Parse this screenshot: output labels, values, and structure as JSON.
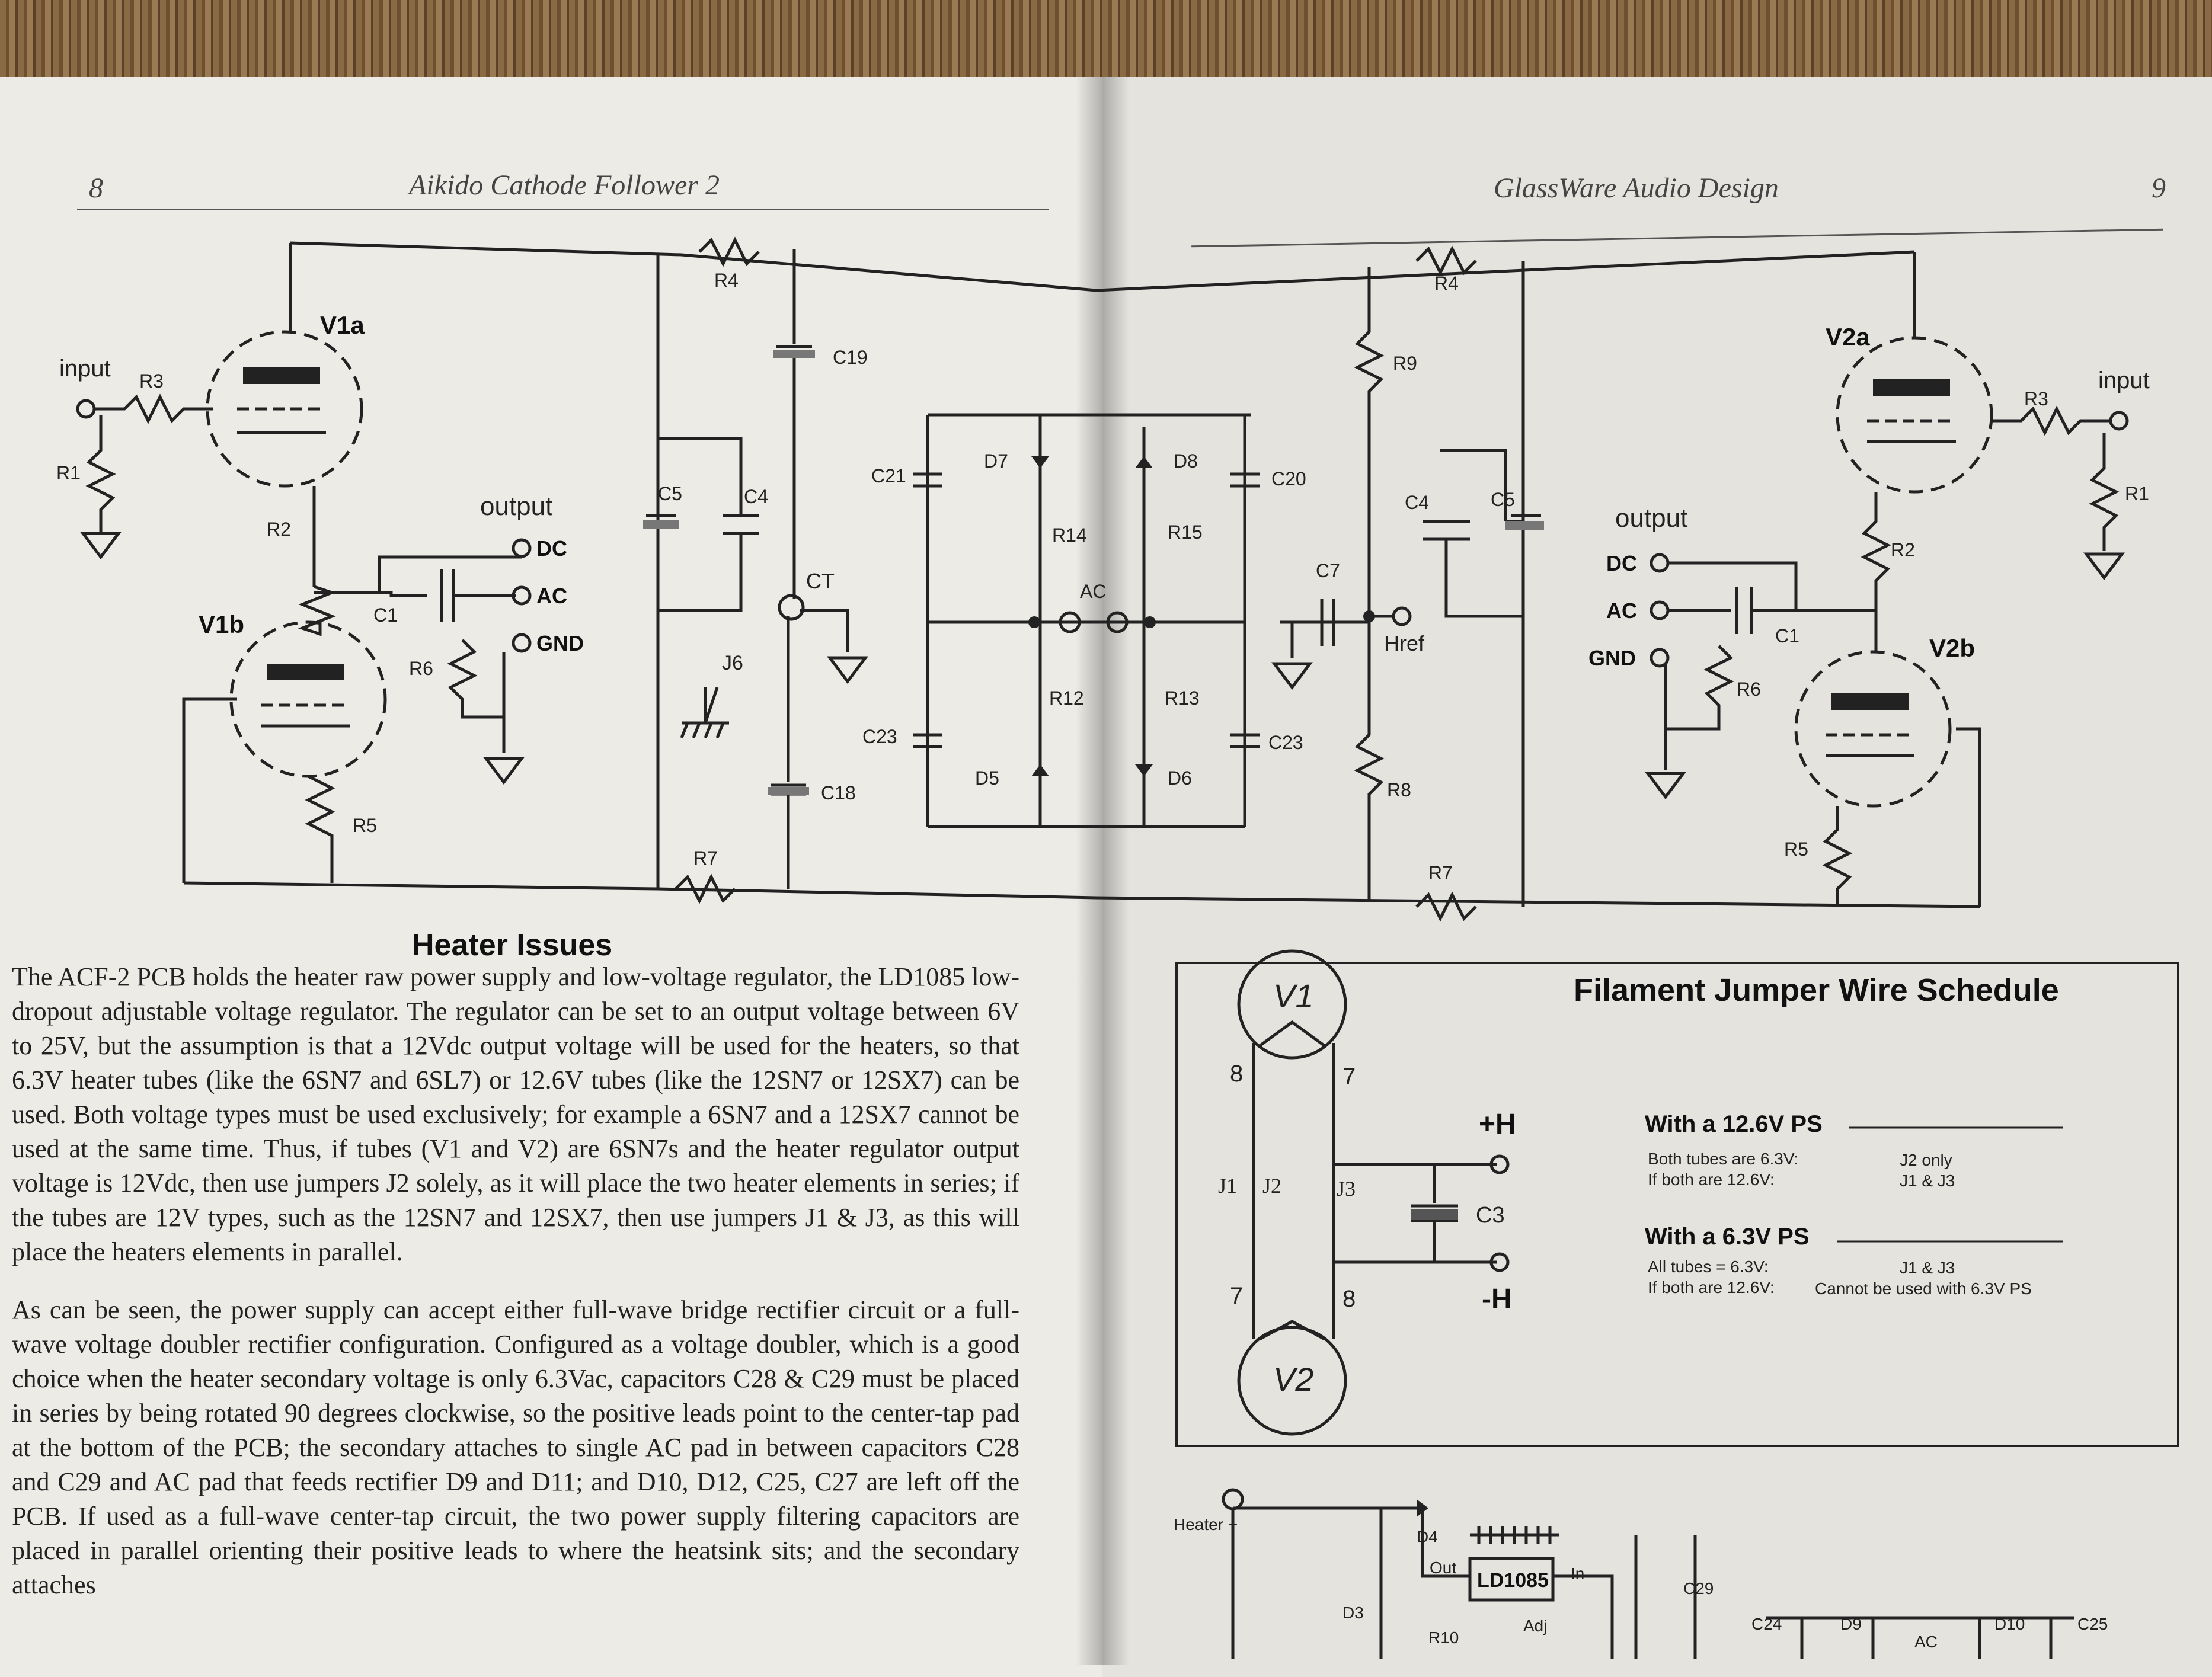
{
  "header": {
    "left_page_number": "8",
    "left_title": "Aikido Cathode Follower 2",
    "right_title": "GlassWare Audio Design",
    "right_page_number": "9"
  },
  "schematic_labels": {
    "v1a": "V1a",
    "v1b": "V1b",
    "v2a": "V2a",
    "v2b": "V2b",
    "input": "input",
    "output": "output",
    "dc": "DC",
    "ac": "AC",
    "gnd": "GND",
    "ct": "CT",
    "href": "Href",
    "j6": "J6",
    "r1": "R1",
    "r2": "R2",
    "r3": "R3",
    "r4": "R4",
    "r5": "R5",
    "r6": "R6",
    "r7": "R7",
    "r8": "R8",
    "r9": "R9",
    "r12": "R12",
    "r13": "R13",
    "r14": "R14",
    "r15": "R15",
    "c1": "C1",
    "c4": "C4",
    "c5": "C5",
    "c7": "C7",
    "c18": "C18",
    "c19": "C19",
    "c20": "C20",
    "c21": "C21",
    "c23": "C23",
    "d5": "D5",
    "d6": "D6",
    "d7": "D7",
    "d8": "D8"
  },
  "heater": {
    "heading": "Heater Issues",
    "paragraph1": "The ACF-2 PCB holds the heater raw power supply and low-voltage regulator, the LD1085 low-dropout adjustable voltage regulator. The regulator can be set to an output voltage between 6V to 25V, but the assumption is that a 12Vdc output voltage will be used for the heaters, so that 6.3V heater tubes (like the 6SN7 and 6SL7) or 12.6V tubes (like the 12SN7 or 12SX7) can be used. Both voltage types must be used exclusively; for example a 6SN7 and a 12SX7 cannot be used at the same time. Thus, if tubes (V1 and V2) are 6SN7s and the heater regulator output voltage is 12Vdc, then use jumpers J2 solely, as it will place the two heater elements in series; if the tubes are 12V types, such as the 12SN7 and 12SX7, then use jumpers J1 & J3, as this will place the heaters elements in parallel.",
    "paragraph2": "As can be seen, the power supply can accept either full-wave bridge rectifier circuit or a full-wave voltage doubler rectifier configuration. Configured as a voltage doubler, which is a good choice when the heater secondary voltage is only 6.3Vac, capacitors C28 & C29 must be placed in series by being rotated 90 degrees clockwise, so the positive leads point to the center-tap pad at the bottom of the PCB; the secondary attaches to single AC pad in between capacitors C28 and C29 and AC pad that feeds rectifier D9 and D11; and D10, D12, C25, C27 are left off the PCB. If used as a full-wave center-tap circuit, the two power supply filtering capacitors are placed in parallel orienting their positive leads to where the heatsink sits; and the secondary attaches"
  },
  "filament": {
    "title": "Filament Jumper Wire Schedule",
    "v1": "V1",
    "v2": "V2",
    "pin8_top": "8",
    "pin7_top": "7",
    "pin7_bottom": "7",
    "pin8_bottom": "8",
    "j1": "J1",
    "j2": "J2",
    "j3": "J3",
    "c3": "C3",
    "plus_h": "+H",
    "minus_h": "-H",
    "section1_title": "With a 12.6V PS",
    "section1_rows": [
      {
        "condition": "Both tubes are 6.3V:",
        "jumpers": "J2 only"
      },
      {
        "condition": "If both are 12.6V:",
        "jumpers": "J1 & J3"
      }
    ],
    "section2_title": "With a 6.3V PS",
    "section2_rows": [
      {
        "condition": "All tubes = 6.3V:",
        "jumpers": "J1 & J3"
      },
      {
        "condition": "If both are 12.6V:",
        "jumpers": "Cannot be used with 6.3V PS"
      }
    ]
  },
  "psu": {
    "heater_plus": "Heater +",
    "d4": "D4",
    "out": "Out",
    "in": "In",
    "adj": "Adj",
    "regulator": "LD1085",
    "d3": "D3",
    "r10": "R10",
    "c29": "C29",
    "c24": "C24",
    "d9": "D9",
    "ac": "AC",
    "d10": "D10",
    "c25": "C25"
  }
}
